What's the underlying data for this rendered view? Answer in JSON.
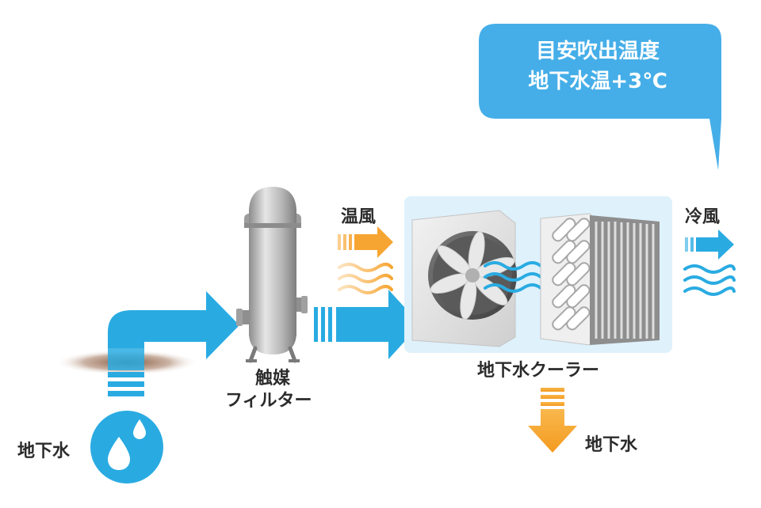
{
  "callout": {
    "line1": "目安吹出温度",
    "line2": "地下水温+3℃"
  },
  "labels": {
    "groundwater_source": "地下水",
    "filter_line1": "触媒",
    "filter_line2": "フィルター",
    "warm_air": "温風",
    "cool_air": "冷風",
    "cooler": "地下水クーラー",
    "groundwater_out": "地下水"
  },
  "colors": {
    "water_blue": "#29abe2",
    "callout_blue": "#45aee8",
    "warm_orange": "#f7a532",
    "cooler_panel": "#dff1fb",
    "soil_brown": "#8b5a3c",
    "filter_gray": "#a9a9a9"
  },
  "icons": [
    "water-drop-icon",
    "fan-icon",
    "heat-exchanger-coil-icon",
    "radiator-fins-icon"
  ]
}
